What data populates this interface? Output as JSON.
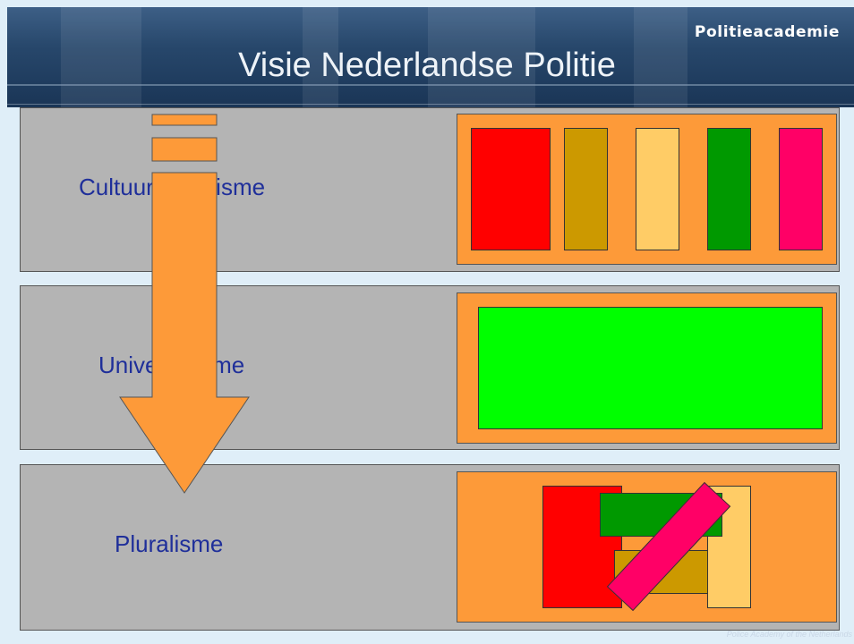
{
  "header": {
    "brand": "Politieacademie",
    "title": "Visie Nederlandse Politie"
  },
  "rows": [
    {
      "label": "Cultuurrelativisme"
    },
    {
      "label": "Universalisme"
    },
    {
      "label": "Pluralisme"
    }
  ],
  "footer": {
    "text": "Police Academy of the Netherlands"
  },
  "colors": {
    "panel": "#b4b4b4",
    "orange": "#fd9a39",
    "red": "#ff0000",
    "ochre": "#cc9900",
    "light_orange": "#ffcc66",
    "green": "#009900",
    "magenta": "#ff0066",
    "bright_green": "#00ff00",
    "label_text": "#1f2f9a"
  }
}
